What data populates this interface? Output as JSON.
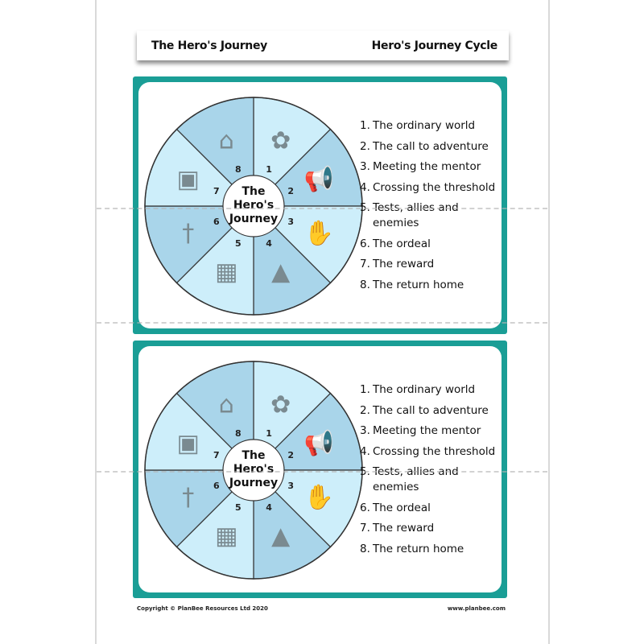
{
  "header": {
    "left_title": "The Hero's Journey",
    "right_title": "Hero's Journey Cycle"
  },
  "cards": [
    {
      "center_text": [
        "The",
        "Hero's",
        "Journey"
      ],
      "segments": [
        {
          "number": "1",
          "icon": "person-planting-icon"
        },
        {
          "number": "2",
          "icon": "megaphone-icon"
        },
        {
          "number": "3",
          "icon": "high-five-icon"
        },
        {
          "number": "4",
          "icon": "rocket-icon"
        },
        {
          "number": "5",
          "icon": "climbing-wall-icon"
        },
        {
          "number": "6",
          "icon": "sword-icon"
        },
        {
          "number": "7",
          "icon": "treasure-chest-icon"
        },
        {
          "number": "8",
          "icon": "home-sign-icon"
        }
      ],
      "steps": [
        {
          "num": "1.",
          "text": "The ordinary world"
        },
        {
          "num": "2.",
          "text": "The call to adventure"
        },
        {
          "num": "3.",
          "text": "Meeting the mentor"
        },
        {
          "num": "4.",
          "text": "Crossing the threshold"
        },
        {
          "num": "5.",
          "text": "Tests, allies and enemies"
        },
        {
          "num": "6.",
          "text": "The ordeal"
        },
        {
          "num": "7.",
          "text": "The reward"
        },
        {
          "num": "8.",
          "text": "The return home"
        }
      ]
    },
    {
      "center_text": [
        "The",
        "Hero's",
        "Journey"
      ],
      "segments": [
        {
          "number": "1",
          "icon": "person-planting-icon"
        },
        {
          "number": "2",
          "icon": "megaphone-icon"
        },
        {
          "number": "3",
          "icon": "high-five-icon"
        },
        {
          "number": "4",
          "icon": "rocket-icon"
        },
        {
          "number": "5",
          "icon": "climbing-wall-icon"
        },
        {
          "number": "6",
          "icon": "sword-icon"
        },
        {
          "number": "7",
          "icon": "treasure-chest-icon"
        },
        {
          "number": "8",
          "icon": "home-sign-icon"
        }
      ],
      "steps": [
        {
          "num": "1.",
          "text": "The ordinary world"
        },
        {
          "num": "2.",
          "text": "The call to adventure"
        },
        {
          "num": "3.",
          "text": "Meeting the mentor"
        },
        {
          "num": "4.",
          "text": "Crossing the threshold"
        },
        {
          "num": "5.",
          "text": "Tests, allies and enemies"
        },
        {
          "num": "6.",
          "text": "The ordeal"
        },
        {
          "num": "7.",
          "text": "The reward"
        },
        {
          "num": "8.",
          "text": "The return home"
        }
      ]
    }
  ],
  "footer": {
    "copyright": "Copyright © PlanBee Resources Ltd 2020",
    "website": "www.planbee.com"
  },
  "colors": {
    "teal_border": "#1a9e96",
    "segment_light": "#cdeefa",
    "segment_dark": "#a9d5ea"
  }
}
